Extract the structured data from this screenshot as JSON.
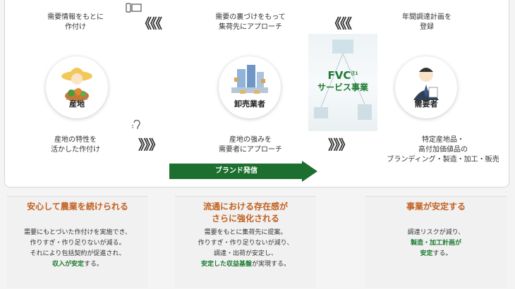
{
  "top": {
    "left_top": [
      "需要情報をもとに",
      "作付け"
    ],
    "mid_top": [
      "需要の裏づけをもって",
      "集荷先にアプローチ"
    ],
    "right_top": [
      "年間調達計画を",
      "登録"
    ],
    "left_bottom": [
      "産地の特性を",
      "活かした作付け"
    ],
    "mid_bottom": [
      "産地の強みを",
      "需要者にアプローチ"
    ],
    "right_bottom": [
      "特定産地品・",
      "高付加価値品の",
      "ブランディング・製造・加工・販売"
    ]
  },
  "nodes": {
    "producer": "産地",
    "wholesaler": "卸売業者",
    "buyer": "需要者"
  },
  "fvc": {
    "line1": "FVC",
    "note": "注1",
    "line2": "サービス事業"
  },
  "chevrons": {
    "left": "《《《",
    "right": "》》》"
  },
  "brand": "ブランド発信",
  "cards": [
    {
      "title": [
        "安心して農業を続けられる"
      ],
      "body": {
        "l1": "需要にもとづいた作付けを実施でき、",
        "l2": "作りすぎ・作り足りないが減る。",
        "l3": "それにより包括契約が促進され、",
        "l4a": "収入が安定",
        "l4b": "する。"
      }
    },
    {
      "title": [
        "流通における存在感が",
        "さらに強化される"
      ],
      "body": {
        "l1": "需要をもとに集荷先に提案。",
        "l2": "作りすぎ・作り足りないが減り、",
        "l3": "調達・出荷が安定し、",
        "l4a": "安定した収益基盤",
        "l4b": "が実現する。"
      }
    },
    {
      "title": [
        "事業が安定する"
      ],
      "body": {
        "l1": "調達リスクが減り、",
        "l2": "製造・加工計画が",
        "l3a": "安定",
        "l3b": "する。"
      }
    }
  ],
  "colors": {
    "green": "#1c6f2e",
    "orange": "#c2601f",
    "card_bg": "#f1f1f1"
  }
}
